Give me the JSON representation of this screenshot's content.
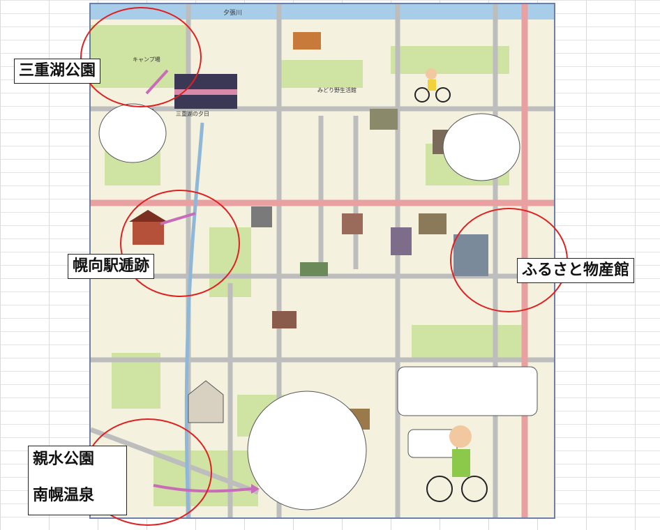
{
  "labels": {
    "mie_lake_park": "三重湖公園",
    "horomui_station": "幌向駅逓跡",
    "furusato_shop": "ふるさと物産館",
    "shinsui_park": "親水公園",
    "nanporo_onsen": "南幌温泉"
  },
  "map_text": {
    "river": "夕張川",
    "assembly_hall": "みどり野生活館",
    "camp": "キャンプ場",
    "lake_view": "三重湖の夕日"
  },
  "colors": {
    "ring": "#e02020",
    "road": "#e8a0a0",
    "map_border": "#6d7fa8",
    "grass": "#cfe3a3",
    "water": "#a8cde8"
  }
}
